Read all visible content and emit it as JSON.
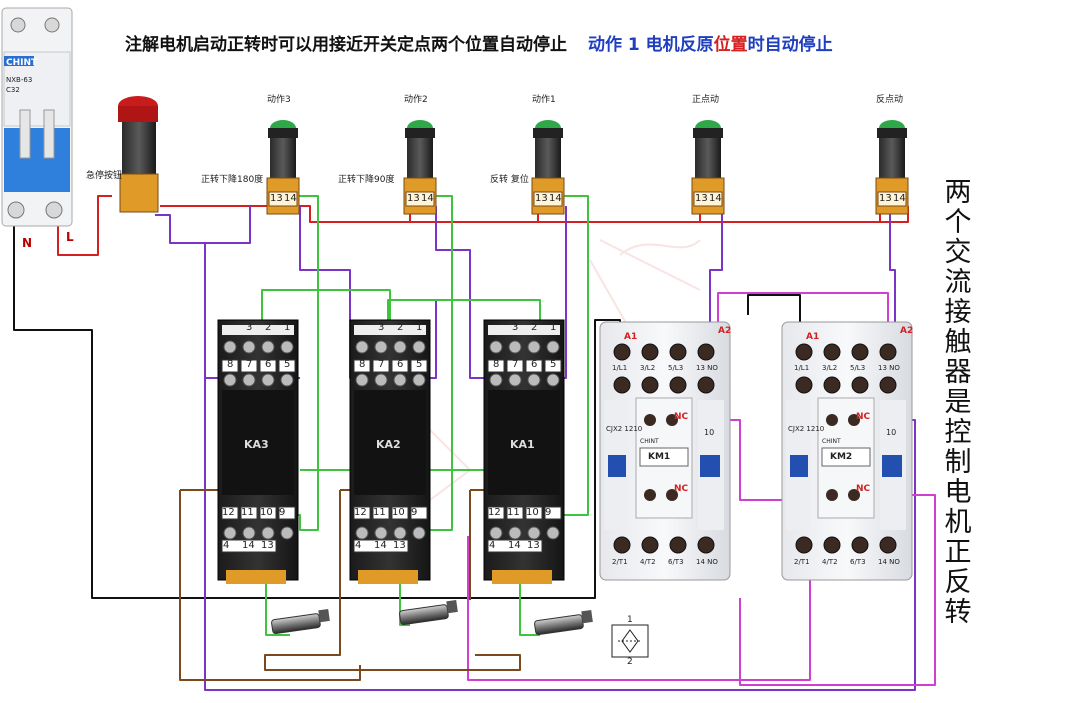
{
  "title_main": "注解电机启动正转时可以用接近开关定点两个位置自动停止",
  "title_action_a": "动作 1 电机反原",
  "title_action_b": "位置",
  "title_action_c": "时自动停止",
  "side_text_chars": [
    "两",
    "个",
    "交",
    "流",
    "接",
    "触",
    "器",
    "是",
    "控",
    "制",
    "电",
    "机",
    "正",
    "反",
    "转"
  ],
  "breaker": {
    "brand": "CHINT",
    "model": "NXB-63",
    "rating": "C32",
    "term_left": "N",
    "term_right": "L"
  },
  "estop": {
    "label": "急停按钮"
  },
  "buttons": [
    {
      "top": "动作3",
      "side": "正转下降180度",
      "t1": "13",
      "t2": "14"
    },
    {
      "top": "动作2",
      "side": "正转下降90度",
      "t1": "13",
      "t2": "14"
    },
    {
      "top": "动作1",
      "side": "反转 复位",
      "t1": "13",
      "t2": "14"
    },
    {
      "top": "正点动",
      "side": "",
      "t1": "13",
      "t2": "14"
    },
    {
      "top": "反点动",
      "side": "",
      "t1": "13",
      "t2": "14"
    }
  ],
  "relays": [
    {
      "name": "KA3",
      "top_row": [
        "3",
        "2",
        "1"
      ],
      "row2": [
        "8",
        "7",
        "6",
        "5"
      ],
      "row3": [
        "12",
        "11",
        "10",
        "9"
      ],
      "bottom": [
        "4",
        "14",
        "13"
      ]
    },
    {
      "name": "KA2",
      "top_row": [
        "3",
        "2",
        "1"
      ],
      "row2": [
        "8",
        "7",
        "6",
        "5"
      ],
      "row3": [
        "12",
        "11",
        "10",
        "9"
      ],
      "bottom": [
        "4",
        "14",
        "13"
      ]
    },
    {
      "name": "KA1",
      "top_row": [
        "3",
        "2",
        "1"
      ],
      "row2": [
        "8",
        "7",
        "6",
        "5"
      ],
      "row3": [
        "12",
        "11",
        "10",
        "9"
      ],
      "bottom": [
        "4",
        "14",
        "13"
      ]
    }
  ],
  "contactors": [
    {
      "name": "KM1",
      "model": "CJX2 1210",
      "a1": "A1",
      "a2": "A2",
      "nc": "NC",
      "nc2": "NC",
      "top_terms": [
        "1/L1",
        "3/L2",
        "5/L3",
        "13 NO"
      ],
      "bottom_terms": [
        "2/T1",
        "4/T2",
        "6/T3",
        "14 NO"
      ],
      "brand": "CHINT",
      "aux": "10"
    },
    {
      "name": "KM2",
      "model": "CJX2 1210",
      "a1": "A1",
      "a2": "A2",
      "nc": "NC",
      "nc2": "NC",
      "top_terms": [
        "1/L1",
        "3/L2",
        "5/L3",
        "13 NO"
      ],
      "bottom_terms": [
        "2/T1",
        "4/T2",
        "6/T3",
        "14 NO"
      ],
      "brand": "CHINT",
      "aux": "10"
    }
  ],
  "sensor_symbol": {
    "pin1": "1",
    "pin2": "2"
  },
  "colors": {
    "red": "#d42020",
    "green": "#3ec43e",
    "purple": "#7a35c8",
    "brown": "#7a4a1c",
    "black": "#111111",
    "magenta": "#d040d0",
    "title_blue": "#1f3fbf"
  }
}
